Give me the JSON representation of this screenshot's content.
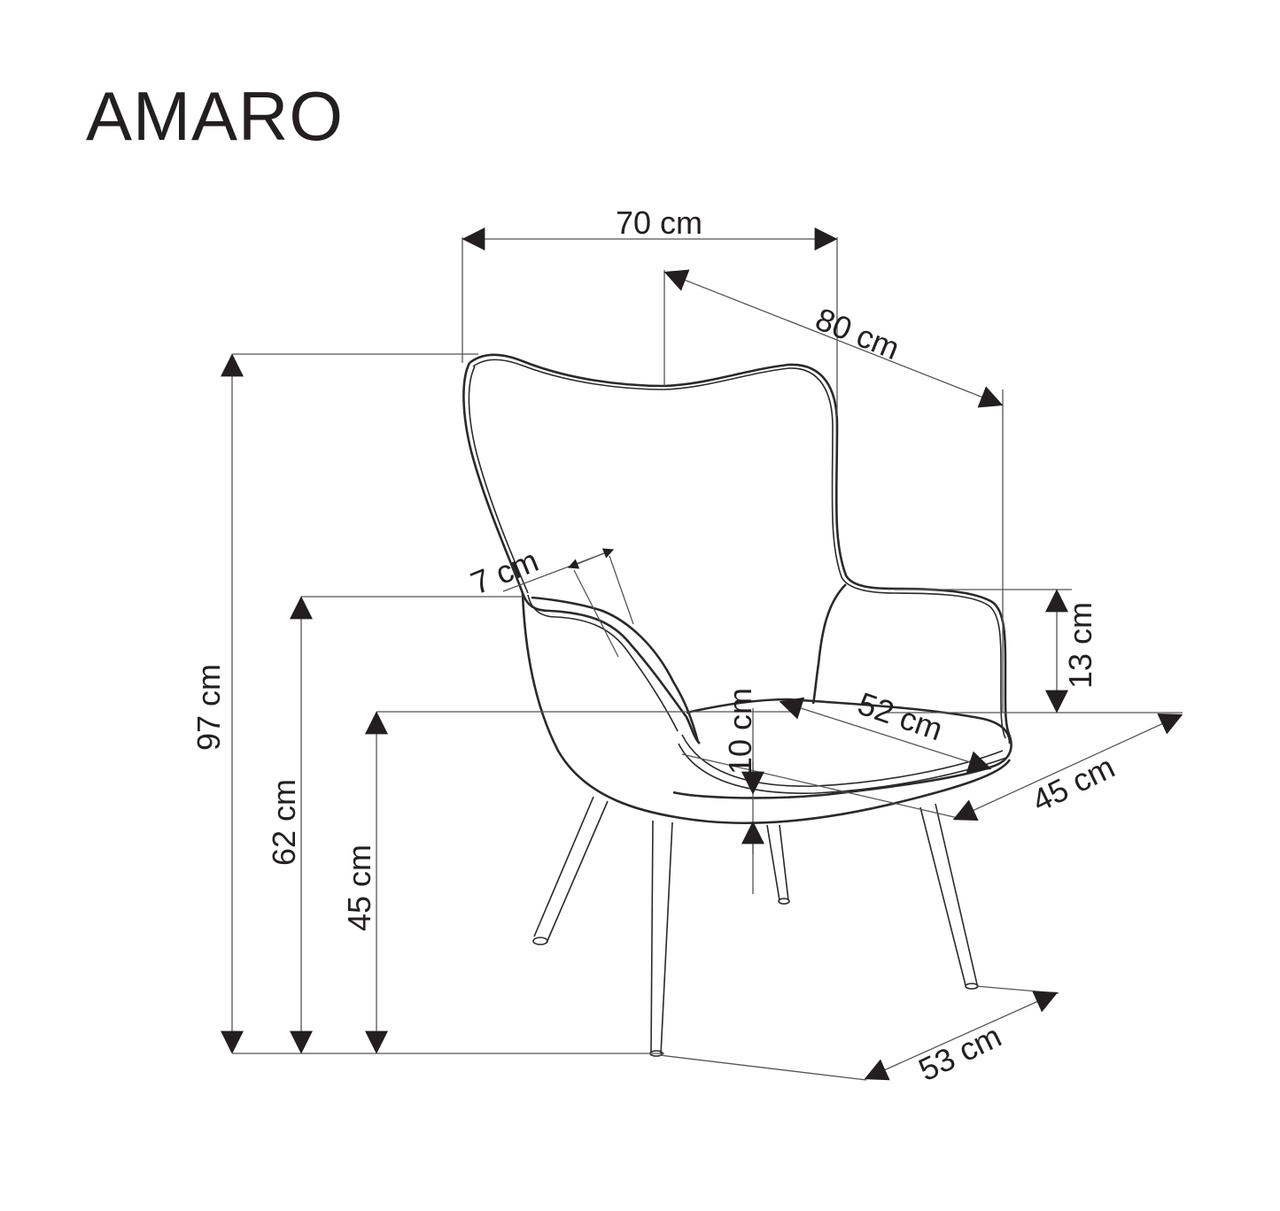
{
  "title": "AMARO",
  "dimensions": {
    "width": "70 cm",
    "depth": "80 cm",
    "height_total": "97 cm",
    "height_armrest": "62 cm",
    "height_seat": "45 cm",
    "armrest_width": "7 cm",
    "armrest_height_above_seat": "13 cm",
    "seat_depth": "52 cm",
    "seat_width": "45 cm",
    "seat_thickness": "10 cm",
    "leg_span": "53 cm"
  },
  "colors": {
    "line": "#231f20",
    "background": "#ffffff"
  }
}
